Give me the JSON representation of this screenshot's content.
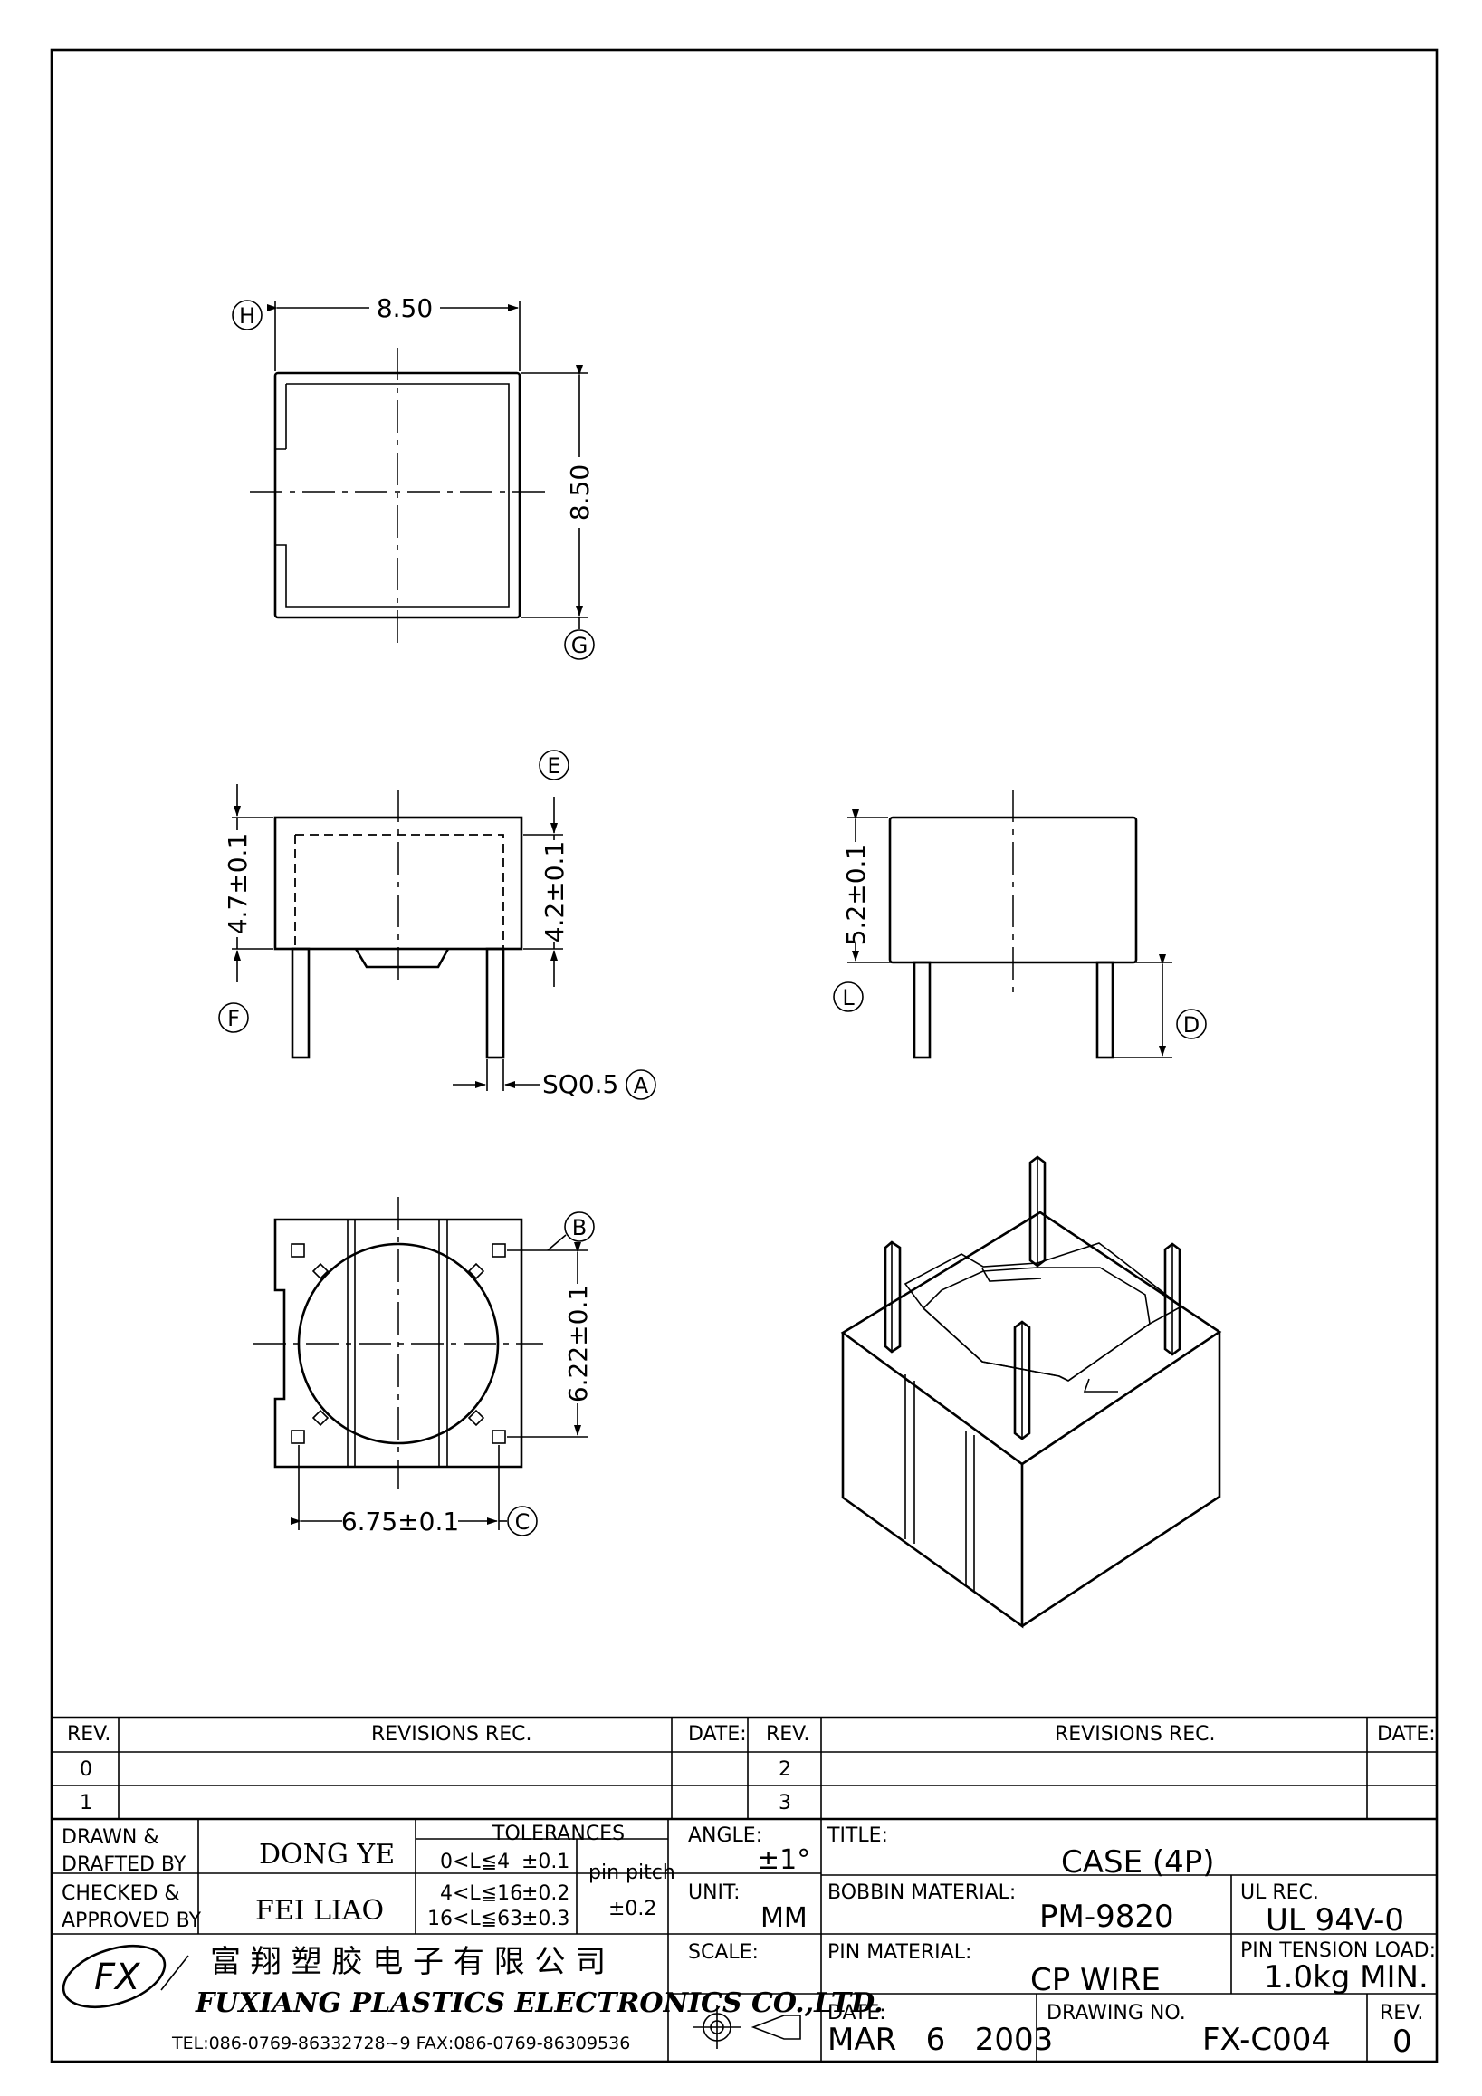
{
  "drawing": {
    "views": {
      "top_width": "8.50",
      "top_height": "8.50",
      "front_height": "4.7±0.1",
      "front_inner_height": "4.2±0.1",
      "pin_size": "SQ0.5",
      "side_height": "5.2±0.1",
      "bottom_pin_spacing_y": "6.22±0.1",
      "bottom_pin_spacing_x": "6.75±0.1"
    },
    "datums": [
      "H",
      "G",
      "E",
      "F",
      "A",
      "L",
      "D",
      "B",
      "C"
    ]
  },
  "revisions": {
    "headers": {
      "rev": "REV.",
      "rec": "REVISIONS   REC.",
      "date": "DATE:"
    },
    "left_revs": [
      "0",
      "1"
    ],
    "right_revs": [
      "2",
      "3"
    ]
  },
  "title_block": {
    "drawn_label": "DRAWN &\nDRAFTED BY",
    "drawn_by": "DONG YE",
    "checked_label": "CHECKED &\nAPPROVED BY",
    "checked_by": "FEI LIAO",
    "tolerances_label": "TOLERANCES",
    "tol_rows": [
      {
        "range": "0<L≦4",
        "tol": "±0.1"
      },
      {
        "range": "4<L≦16",
        "tol": "±0.2"
      },
      {
        "range": "16<L≦63",
        "tol": "±0.3"
      }
    ],
    "pin_pitch_label": "pin pitch",
    "pin_pitch_tol": "±0.2",
    "angle_label": "ANGLE:",
    "angle_value": "±1°",
    "unit_label": "UNIT:",
    "unit_value": "MM",
    "scale_label": "SCALE:",
    "title_label": "TITLE:",
    "title_value": "CASE (4P)",
    "bobbin_label": "BOBBIN MATERIAL:",
    "bobbin_value": "PM-9820",
    "ul_label": "UL REC.",
    "ul_value": "UL 94V-0",
    "pin_material_label": "PIN MATERIAL:",
    "pin_material_value": "CP WIRE",
    "pin_tension_label": "PIN TENSION LOAD:",
    "pin_tension_value": "1.0kg MIN.",
    "date_label": "DATE:",
    "date_value": "MAR   6   2003",
    "drawing_no_label": "DRAWING NO.",
    "drawing_no_value": "FX-C004",
    "rev_label": "REV.",
    "rev_value": "0",
    "company_cn": "富 翔 塑 胶 电 子 有 限 公 司",
    "company_en": "FUXIANG PLASTICS ELECTRONICS CO.,LTD.",
    "company_contact": "TEL:086-0769-86332728~9  FAX:086-0769-86309536"
  }
}
